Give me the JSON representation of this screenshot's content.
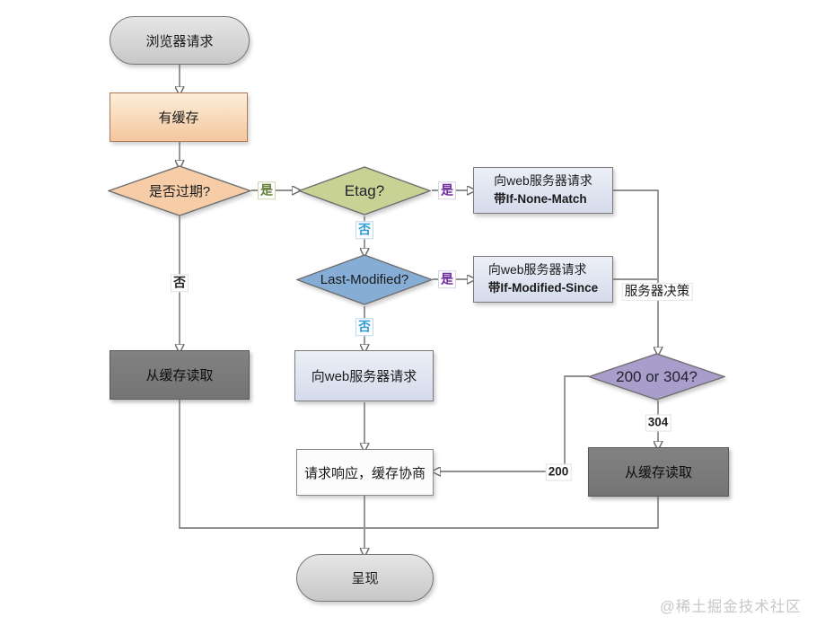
{
  "nodes": {
    "start": {
      "label": "浏览器请求"
    },
    "has_cache": {
      "label": "有缓存"
    },
    "expired": {
      "label": "是否过期?"
    },
    "etag": {
      "label": "Etag?"
    },
    "if_none_match": {
      "line1": "向web服务器请求",
      "line2": "带If-None-Match"
    },
    "last_modified": {
      "label": "Last-Modified?"
    },
    "if_modified_since": {
      "line1": "向web服务器请求",
      "line2": "带If-Modified-Since"
    },
    "status": {
      "label": "200 or 304?"
    },
    "read_cache_left": {
      "label": "从缓存读取"
    },
    "request_server": {
      "label": "向web服务器请求"
    },
    "response": {
      "label": "请求响应，缓存协商"
    },
    "read_cache_right": {
      "label": "从缓存读取"
    },
    "render": {
      "label": "呈现"
    }
  },
  "edge_labels": {
    "expired_yes": "是",
    "expired_no": "否",
    "etag_yes": "是",
    "etag_no": "否",
    "last_modified_yes": "是",
    "last_modified_no": "否",
    "server_decision": "服务器决策",
    "status_304": "304",
    "status_200": "200"
  },
  "watermark": "@稀土掘金技术社区",
  "colors": {
    "expired_fill": "#f6cda7",
    "etag_fill": "#c9d295",
    "last_modified_fill": "#86add5",
    "status_fill": "#a89dcb",
    "diamond_stroke": "#6f6f6f",
    "yes_green": "#68803a",
    "yes_purple": "#7030a0",
    "no_blue": "#2e9bd6",
    "line": "#6b6b6b",
    "dark_box": "#7a7a7a",
    "cache_box": "#f4c79e",
    "web_box": "#dde3f0"
  }
}
